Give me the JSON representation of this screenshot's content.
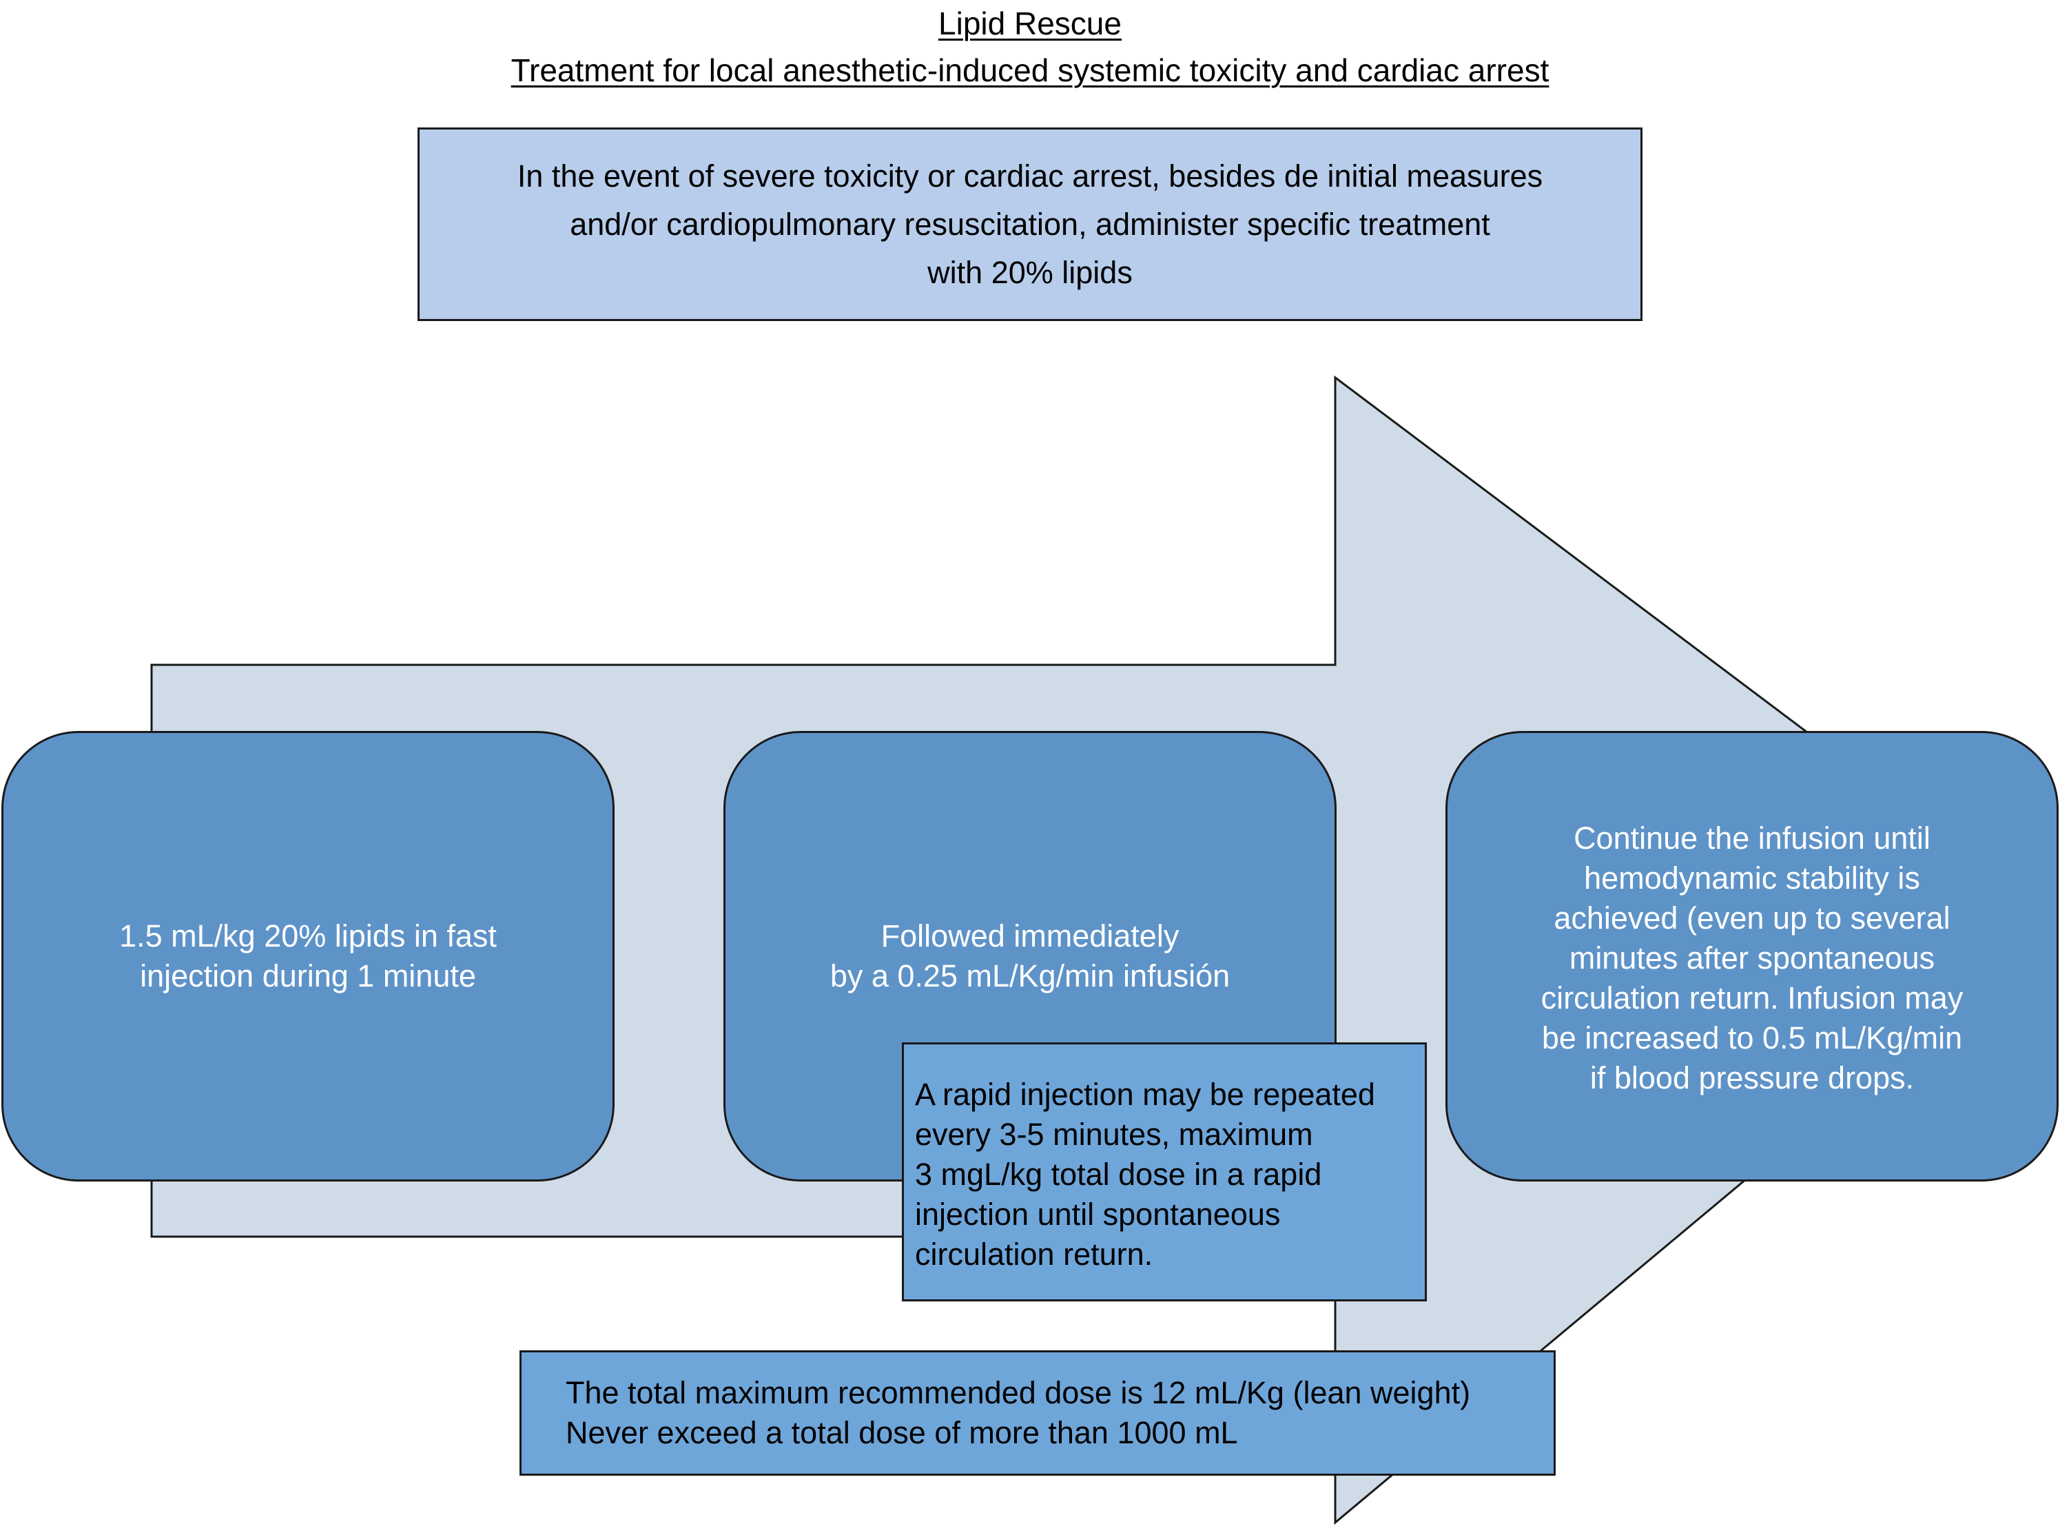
{
  "title": {
    "line1": "Lipid Rescue",
    "line2": "Treatment for local anesthetic-induced systemic toxicity and cardiac arrest"
  },
  "intro": {
    "lines": [
      "In the event of severe toxicity or cardiac arrest, besides de initial measures",
      "and/or cardiopulmonary resuscitation, administer specific treatment",
      "with 20% lipids"
    ]
  },
  "steps": [
    {
      "lines": [
        "1.5 mL/kg 20% lipids in fast",
        "injection during 1 minute"
      ]
    },
    {
      "lines": [
        "Followed immediately",
        "by a 0.25 mL/Kg/min infusión"
      ]
    },
    {
      "lines": [
        "Continue the infusion until",
        "hemodynamic stability is",
        "achieved (even up to several",
        "minutes after spontaneous",
        "circulation return. Infusion may",
        "be increased to 0.5 mL/Kg/min",
        "if blood pressure drops."
      ]
    }
  ],
  "repeat_note": {
    "lines": [
      "A rapid injection may be repeated",
      "every 3-5 minutes, maximum",
      "3 mgL/kg total dose in a rapid",
      "injection until spontaneous",
      "circulation return."
    ]
  },
  "max_dose_note": {
    "lines": [
      "The total maximum recommended dose is 12 mL/Kg (lean weight)",
      "Never exceed a total dose of more than 1000 mL"
    ]
  },
  "colors": {
    "arrow_fill": "#cfdbe6",
    "intro_fill": "#b7cdeb",
    "step_fill": "#5e93c8",
    "note_fill": "#6fa6da",
    "outline": "#1a1a1a"
  }
}
